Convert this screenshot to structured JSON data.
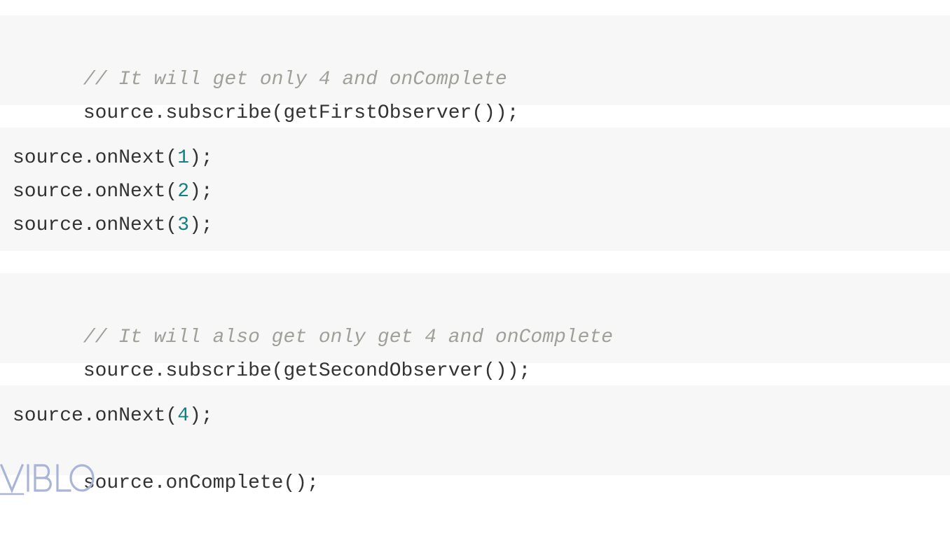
{
  "code_blocks": [
    {
      "lines": [
        {
          "type": "comment",
          "text": "// It will get only 4 and onComplete"
        },
        {
          "type": "code",
          "text": "source.subscribe(getFirstObserver());"
        }
      ]
    },
    {
      "lines": [
        {
          "type": "call",
          "prefix": "source.onNext(",
          "number": "1",
          "suffix": ");"
        },
        {
          "type": "call",
          "prefix": "source.onNext(",
          "number": "2",
          "suffix": ");"
        },
        {
          "type": "call",
          "prefix": "source.onNext(",
          "number": "3",
          "suffix": ");"
        }
      ]
    },
    {
      "lines": [
        {
          "type": "comment",
          "text": "// It will also get only get 4 and onComplete"
        },
        {
          "type": "code",
          "text": "source.subscribe(getSecondObserver());"
        }
      ]
    },
    {
      "lines": [
        {
          "type": "call",
          "prefix": "source.onNext(",
          "number": "4",
          "suffix": ");"
        },
        {
          "type": "code",
          "text": "source.onComplete();"
        }
      ]
    }
  ],
  "watermark": {
    "text": "VIBLO",
    "color": "#a9b4d6"
  },
  "colors": {
    "block_background": "#f7f7f7",
    "code_text": "#333333",
    "comment_text": "#a0a09a",
    "number_literal": "#108080"
  }
}
